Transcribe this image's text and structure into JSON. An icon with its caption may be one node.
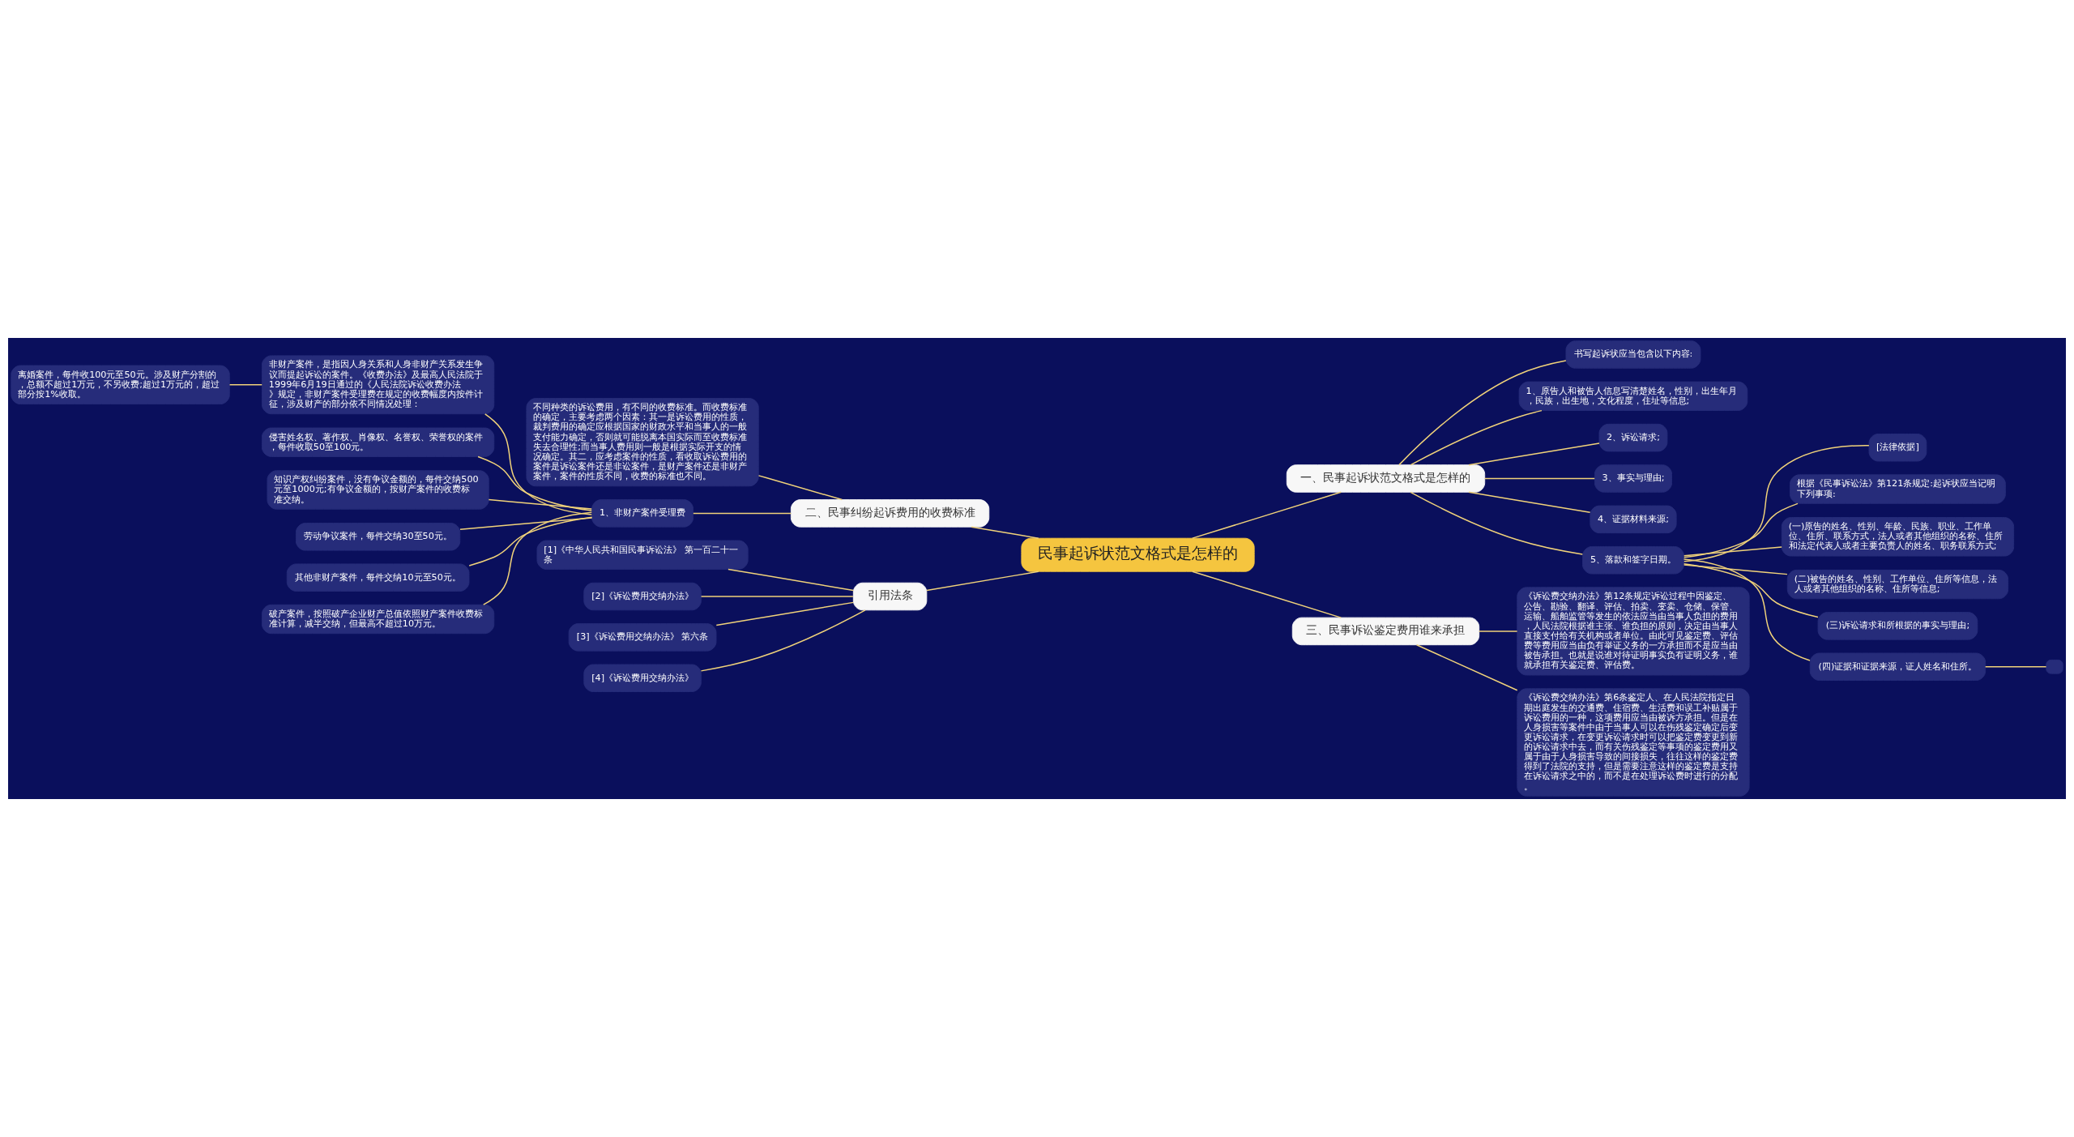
{
  "diagram": {
    "nodes": [
      {
        "text": [
          "民事起诉状范文格式是怎样的"
        ]
      },
      {
        "text": [
          "一、民事起诉状范文格式是怎样的"
        ]
      },
      {
        "text": [
          "书写起诉状应当包含以下内容:"
        ]
      },
      {
        "text": [
          "1、原告人和被告人信息写清楚姓名，性别，出生年月，民族，出生地，文化程度，住址等信息;"
        ]
      },
      {
        "text": [
          "2、诉讼请求;"
        ]
      },
      {
        "text": [
          "3、事实与理由;"
        ]
      },
      {
        "text": [
          "4、证据材料来源;"
        ]
      },
      {
        "text": [
          "5、落款和签字日期。"
        ]
      },
      {
        "text": [
          "[法律依据]"
        ]
      },
      {
        "text": [
          "根据《民事诉讼法》第121条规定:起诉状应当记明下列事项:"
        ]
      },
      {
        "text": [
          "(一)原告的姓名、性别、年龄、民族、职业、工作单位、住所、联系方式，法人或者其他组织的名称、住所和法定代表人或者主要负责人的姓名、职务联系方式;"
        ]
      },
      {
        "text": [
          "(二)被告的姓名、性别、工作单位、住所等信息，法人或者其他组织的名称、住所等信息;"
        ]
      },
      {
        "text": [
          "(三)诉讼请求和所根据的事实与理由;"
        ]
      },
      {
        "text": [
          "(四)证据和证据来源，证人姓名和住所。"
        ]
      },
      {
        "text": [],
        "shape": "box"
      },
      {
        "text": [
          "二、民事纠纷起诉费用的收费标准"
        ]
      },
      {
        "text": [
          "不同种类的诉讼费用，有不同的收费标准。而收费标准的确定，主要考虑两个因素：其一是诉讼费用的性质，裁判费用的确定应根据国家的财政水平和当事人的一般支付能力确定，否则就可能脱离本国实际而至收费标准失去合理性;而当事人费用则一般是根据实际开支的情况确定。其二，应考虑案件的性质，看收取诉讼费用的案件是诉讼案件还是非讼案件，是财产案件还是非财产案件，案件的性质不同，收费的标准也不同。"
        ]
      },
      {
        "text": [
          "1、非财产案件受理费"
        ]
      },
      {
        "text": [
          "非财产案件，是指因人身关系和人身非财产关系发生争议而提起诉讼的案件。《收费办法》及最高人民法院于1999年6月19日通过的《人民法院诉讼收费办法》规定，非财产案件受理费在规定的收费幅度内按件计征，涉及财产的部分依不同情况处理："
        ]
      },
      {
        "text": [
          "离婚案件，每件收100元至50元。涉及财产分割的，总额不超过1万元，不另收费;超过1万元的，超过部分按1%收取。"
        ]
      },
      {
        "text": [
          "侵害姓名权、著作权、肖像权、名誉权、荣誉权的案件，每件收取50至100元。"
        ]
      },
      {
        "text": [
          "知识产权纠纷案件，没有争议金额的，每件交纳500元至1000元;有争议金额的，按财产案件的收费标准交纳。"
        ]
      },
      {
        "text": [
          "劳动争议案件，每件交纳30至50元。"
        ]
      },
      {
        "text": [
          "其他非财产案件，每件交纳10元至50元。"
        ]
      },
      {
        "text": [
          "破产案件，按照破产企业财产总值依照财产案件收费标准计算，减半交纳，但最高不超过10万元。"
        ]
      },
      {
        "text": [
          "三、民事诉讼鉴定费用谁来承担"
        ]
      },
      {
        "text": [
          "《诉讼费交纳办法》第12条规定诉讼过程中因鉴定、公告、勘验、翻译、评估、拍卖、变卖、仓储、保管、运输、船舶监管等发生的依法应当由当事人负担的费用，人民法院根据谁主张、谁负担的原则，决定由当事人直接支付给有关机构或者单位。由此可见鉴定费、评估费等费用应当由负有举证义务的一方承担而不是应当由被告承担。也就是说谁对待证明事实负有证明义务，谁就承担有关鉴定费、评估费。"
        ]
      },
      {
        "text": [
          "《诉讼费交纳办法》第6条鉴定人、在人民法院指定日期出庭发生的交通费、住宿费、生活费和误工补贴属于诉讼费用的一种，这项费用应当由被诉方承担。但是在人身损害等案件中由于当事人可以在伤残鉴定确定后变更诉讼请求，在变更诉讼请求时可以把鉴定费变更到新的诉讼请求中去，而有关伤残鉴定等事项的鉴定费用又属于由于人身损害导致的间接损失，往往这样的鉴定费得到了法院的支持，但是需要注意这样的鉴定费是支持在诉讼请求之中的，而不是在处理诉讼费时进行的分配。"
        ]
      },
      {
        "text": [
          "引用法条"
        ]
      },
      {
        "text": [
          "[1]《中华人民共和国民事诉讼法》 第一百二十一条"
        ]
      },
      {
        "text": [
          "[2]《诉讼费用交纳办法》"
        ]
      },
      {
        "text": [
          "[3]《诉讼费用交纳办法》 第六条"
        ]
      },
      {
        "text": [
          "[4]《诉讼费用交纳办法》"
        ]
      }
    ],
    "edges": [
      {
        "from": 0,
        "to": 1,
        "arrow": "none"
      },
      {
        "from": 1,
        "to": 2,
        "arrow": "none"
      },
      {
        "from": 1,
        "to": 3,
        "arrow": "none"
      },
      {
        "from": 1,
        "to": 4,
        "arrow": "none"
      },
      {
        "from": 1,
        "to": 5,
        "arrow": "none"
      },
      {
        "from": 1,
        "to": 6,
        "arrow": "none"
      },
      {
        "from": 1,
        "to": 7,
        "arrow": "none"
      },
      {
        "from": 7,
        "to": 8,
        "arrow": "none"
      },
      {
        "from": 7,
        "to": 9,
        "arrow": "none"
      },
      {
        "from": 7,
        "to": 10,
        "arrow": "none"
      },
      {
        "from": 7,
        "to": 11,
        "arrow": "none"
      },
      {
        "from": 7,
        "to": 12,
        "arrow": "none"
      },
      {
        "from": 7,
        "to": 13,
        "arrow": "none"
      },
      {
        "from": 13,
        "to": 14,
        "arrow": "none"
      },
      {
        "from": 0,
        "to": 15,
        "arrow": "none"
      },
      {
        "from": 15,
        "to": 16,
        "arrow": "none"
      },
      {
        "from": 15,
        "to": 17,
        "arrow": "none"
      },
      {
        "from": 17,
        "to": 18,
        "arrow": "none"
      },
      {
        "from": 18,
        "to": 19,
        "arrow": "none"
      },
      {
        "from": 17,
        "to": 20,
        "arrow": "none"
      },
      {
        "from": 17,
        "to": 21,
        "arrow": "none"
      },
      {
        "from": 17,
        "to": 22,
        "arrow": "none"
      },
      {
        "from": 17,
        "to": 23,
        "arrow": "none"
      },
      {
        "from": 17,
        "to": 24,
        "arrow": "none"
      },
      {
        "from": 0,
        "to": 25,
        "arrow": "none"
      },
      {
        "from": 25,
        "to": 26,
        "arrow": "none"
      },
      {
        "from": 25,
        "to": 27,
        "arrow": "none"
      },
      {
        "from": 0,
        "to": 28,
        "arrow": "none"
      },
      {
        "from": 28,
        "to": 29,
        "arrow": "none"
      },
      {
        "from": 28,
        "to": 30,
        "arrow": "none"
      },
      {
        "from": 28,
        "to": 31,
        "arrow": "none"
      },
      {
        "from": 28,
        "to": 32,
        "arrow": "none"
      }
    ]
  }
}
